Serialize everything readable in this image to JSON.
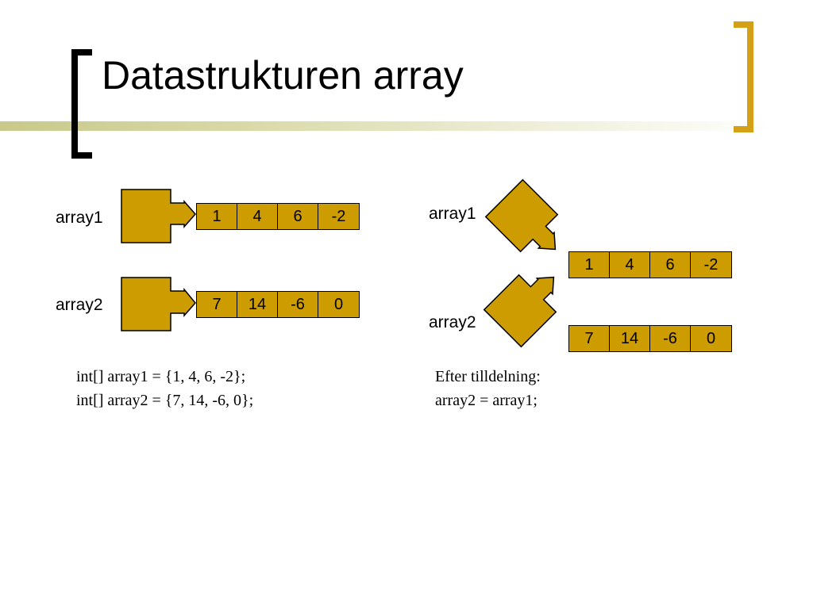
{
  "slide": {
    "title": "Datastrukturen array"
  },
  "left": {
    "array1_label": "array1",
    "array2_label": "array2",
    "array1_values": [
      "1",
      "4",
      "6",
      "-2"
    ],
    "array2_values": [
      "7",
      "14",
      "-6",
      "0"
    ],
    "code_line1": "int[] array1 = {1, 4, 6, -2};",
    "code_line2": "int[] array2 = {7, 14, -6, 0};"
  },
  "right": {
    "array1_label": "array1",
    "array2_label": "array2",
    "array1_values": [
      "1",
      "4",
      "6",
      "-2"
    ],
    "array2_values": [
      "7",
      "14",
      "-6",
      "0"
    ],
    "caption_line1": "Efter tilldelning:",
    "caption_line2": "array2 = array1;"
  },
  "colors": {
    "accent_gold": "#cc9c00",
    "bracket_gold": "#d4a017",
    "bracket_black": "#000000"
  }
}
